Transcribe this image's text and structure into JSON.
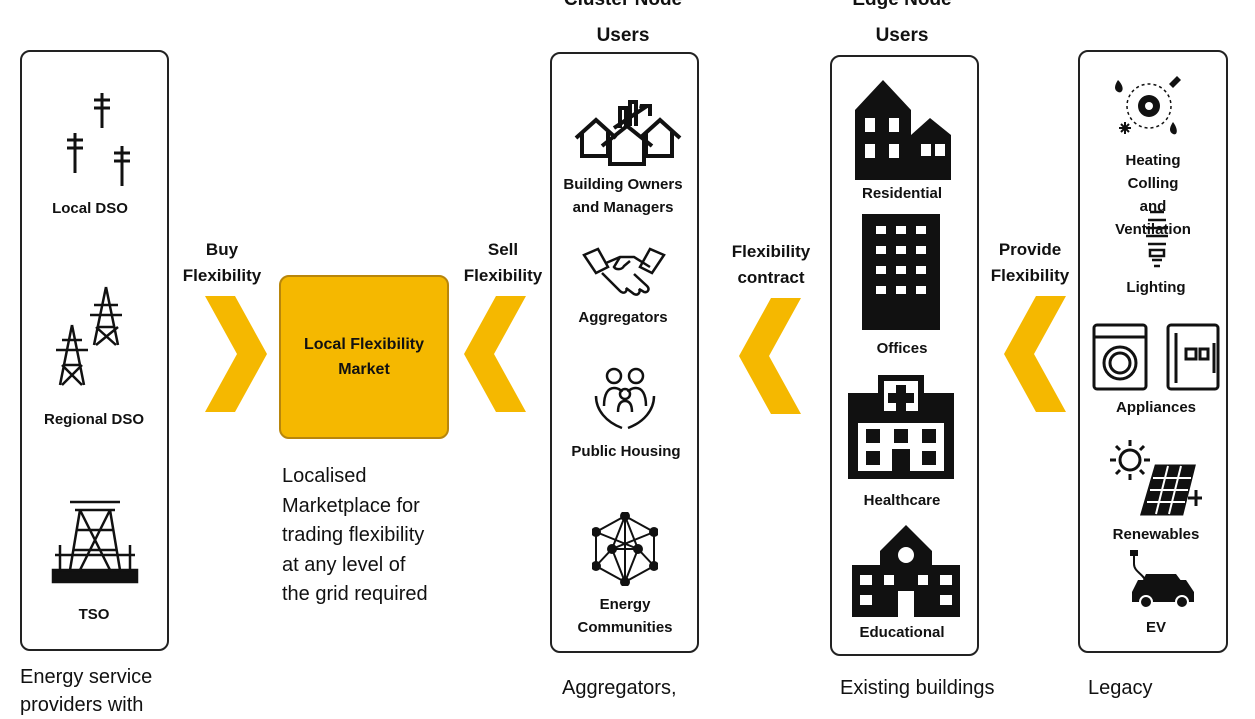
{
  "colors": {
    "accent": "#f5b800",
    "outline": "#222222"
  },
  "headers": {
    "cluster": "Cluster Node\nUsers",
    "edge": "Edge Node\nUsers"
  },
  "providers": {
    "items": [
      {
        "label": "Local DSO",
        "icon": "power-poles-icon"
      },
      {
        "label": "Regional DSO",
        "icon": "transmission-towers-icon"
      },
      {
        "label": "TSO",
        "icon": "substation-icon"
      }
    ],
    "caption": "Energy service\nproviders with"
  },
  "flows": {
    "buy": "Buy\nFlexibility",
    "sell": "Sell\nFlexibility",
    "contract": "Flexibility\ncontract",
    "provide": "Provide\nFlexibility"
  },
  "market": {
    "label": "Local Flexibility\nMarket",
    "description": "Localised\nMarketplace for\ntrading flexibility\nat any level of\nthe grid required"
  },
  "cluster": {
    "items": [
      {
        "label": "Building Owners\nand Managers",
        "icon": "buildings-growth-icon"
      },
      {
        "label": "Aggregators",
        "icon": "handshake-icon"
      },
      {
        "label": "Public Housing",
        "icon": "family-hands-icon"
      },
      {
        "label": "Energy\nCommunities",
        "icon": "network-icon"
      }
    ],
    "caption": "Aggregators,"
  },
  "edge": {
    "items": [
      {
        "label": "Residential",
        "icon": "house-icon"
      },
      {
        "label": "Offices",
        "icon": "office-tower-icon"
      },
      {
        "label": "Healthcare",
        "icon": "hospital-icon"
      },
      {
        "label": "Educational",
        "icon": "school-icon"
      }
    ],
    "caption": "Existing buildings"
  },
  "legacy": {
    "items": [
      {
        "label": "Heating Colling\nand Ventilation",
        "icon": "hvac-icon"
      },
      {
        "label": "Lighting",
        "icon": "bulb-icon"
      },
      {
        "label": "Appliances",
        "icon": "appliances-icon"
      },
      {
        "label": "Renewables",
        "icon": "solar-icon"
      },
      {
        "label": "EV",
        "icon": "ev-car-icon"
      }
    ],
    "caption": "Legacy"
  }
}
